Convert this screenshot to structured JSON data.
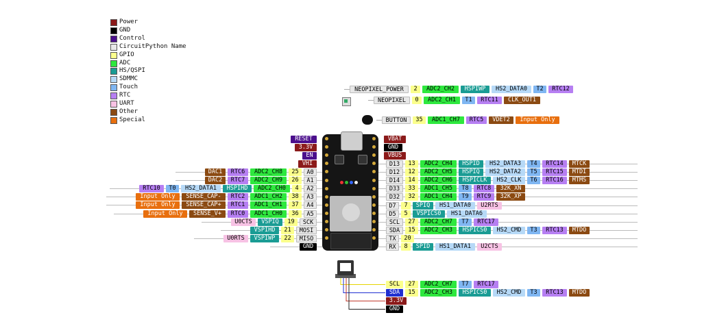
{
  "legend": [
    {
      "label": "Power",
      "color": "#8b1a1a"
    },
    {
      "label": "GND",
      "color": "#000000"
    },
    {
      "label": "Control",
      "color": "#4b0f8c"
    },
    {
      "label": "CircuitPython Name",
      "color": "#e8e8e8"
    },
    {
      "label": "GPIO",
      "color": "#fbff8c"
    },
    {
      "label": "ADC",
      "color": "#2ee83e"
    },
    {
      "label": "HS/QSPI",
      "color": "#1a9c94"
    },
    {
      "label": "SDMMC",
      "color": "#b6d9f7"
    },
    {
      "label": "Touch",
      "color": "#7fb6f2"
    },
    {
      "label": "RTC",
      "color": "#b67ff2"
    },
    {
      "label": "UART",
      "color": "#f7c2e4"
    },
    {
      "label": "Other",
      "color": "#8b4a12"
    },
    {
      "label": "Special",
      "color": "#e86f0e"
    }
  ],
  "colors": {
    "name": "#e8e8e8",
    "gpio": "#fbff8c",
    "adc": "#2ee83e",
    "hs": "#1a9c94",
    "sdmmc": "#b6d9f7",
    "touch": "#7fb6f2",
    "rtc": "#b67ff2",
    "uart": "#f7c2e4",
    "other": "#8b4a12",
    "special": "#e86f0e",
    "power": "#8b1a1a",
    "gnd": "#000000",
    "control": "#4b0f8c",
    "blue": "#1f2fd1"
  },
  "top_rows": [
    {
      "cells": [
        [
          "NEOPIXEL_POWER",
          "name"
        ],
        [
          "2",
          "gpio"
        ],
        [
          "ADC2_CH2",
          "adc"
        ],
        [
          "HSPIWP",
          "hs"
        ],
        [
          "HS2_DATA0",
          "sdmmc"
        ],
        [
          "T2",
          "touch"
        ],
        [
          "RTC12",
          "rtc"
        ]
      ]
    },
    {
      "cells": [
        [
          "NEOPIXEL",
          "name"
        ],
        [
          "0",
          "gpio"
        ],
        [
          "ADC2_CH1",
          "adc"
        ],
        [
          "T1",
          "touch"
        ],
        [
          "RTC11",
          "rtc"
        ],
        [
          "CLK_OUT1",
          "other"
        ]
      ]
    },
    {
      "cells": [
        [
          "BUTTON",
          "name"
        ],
        [
          "35",
          "gpio"
        ],
        [
          "ADC1_CH7",
          "adc"
        ],
        [
          "RTC5",
          "rtc"
        ],
        [
          "VDET2",
          "other"
        ],
        [
          "Input Only",
          "special"
        ]
      ]
    }
  ],
  "board_left_power": [
    [
      "RESET",
      "control"
    ],
    [
      "3.3V",
      "power"
    ],
    [
      "EN",
      "control"
    ],
    [
      "VHI",
      "power"
    ]
  ],
  "board_right_power": [
    [
      "VBAT",
      "power"
    ],
    [
      "GND",
      "gnd"
    ],
    [
      "VBUS",
      "power"
    ]
  ],
  "left_rows": [
    {
      "cells": [
        [
          "DAC1",
          "other"
        ],
        [
          "RTC6",
          "rtc"
        ],
        [
          "ADC2_CH8",
          "adc"
        ],
        [
          "25",
          "gpio"
        ],
        [
          "A0",
          "name"
        ]
      ]
    },
    {
      "cells": [
        [
          "DAC2",
          "other"
        ],
        [
          "RTC7",
          "rtc"
        ],
        [
          "ADC2_CH9",
          "adc"
        ],
        [
          "26",
          "gpio"
        ],
        [
          "A1",
          "name"
        ]
      ]
    },
    {
      "cells": [
        [
          "RTC10",
          "rtc"
        ],
        [
          "T0",
          "touch"
        ],
        [
          "HS2_DATA1",
          "sdmmc"
        ],
        [
          "HSPIHD",
          "hs"
        ],
        [
          "ADC2_CH0",
          "adc"
        ],
        [
          "4",
          "gpio"
        ],
        [
          "A2",
          "name"
        ]
      ]
    },
    {
      "cells": [
        [
          "Input Only",
          "special"
        ],
        [
          "SENSE_CAP-",
          "other"
        ],
        [
          "RTC2",
          "rtc"
        ],
        [
          "ADC1_CH2",
          "adc"
        ],
        [
          "38",
          "gpio"
        ],
        [
          "A3",
          "name"
        ]
      ]
    },
    {
      "cells": [
        [
          "Input Only",
          "special"
        ],
        [
          "SENSE_CAP+",
          "other"
        ],
        [
          "RTC1",
          "rtc"
        ],
        [
          "ADC1_CH1",
          "adc"
        ],
        [
          "37",
          "gpio"
        ],
        [
          "A4",
          "name"
        ]
      ]
    },
    {
      "cells": [
        [
          "Input Only",
          "special"
        ],
        [
          "SENSE_V+",
          "other"
        ],
        [
          "RTC0",
          "rtc"
        ],
        [
          "ADC1_CH0",
          "adc"
        ],
        [
          "36",
          "gpio"
        ],
        [
          "A5",
          "name"
        ]
      ]
    },
    {
      "cells": [
        [
          "U0CTS",
          "uart"
        ],
        [
          "VSPIQ",
          "hs"
        ],
        [
          "19",
          "gpio"
        ],
        [
          "SCK",
          "name"
        ]
      ]
    },
    {
      "cells": [
        [
          "VSPIHD",
          "hs"
        ],
        [
          "21",
          "gpio"
        ],
        [
          "MOSI",
          "name"
        ]
      ]
    },
    {
      "cells": [
        [
          "U0RTS",
          "uart"
        ],
        [
          "VSPIWP",
          "hs"
        ],
        [
          "22",
          "gpio"
        ],
        [
          "MISO",
          "name"
        ]
      ]
    },
    {
      "cells": [
        [
          "GND",
          "gnd"
        ]
      ]
    }
  ],
  "right_rows": [
    {
      "cells": [
        [
          "D13",
          "name"
        ],
        [
          "13",
          "gpio"
        ],
        [
          "ADC2_CH4",
          "adc"
        ],
        [
          "HSPID",
          "hs"
        ],
        [
          "HS2_DATA3",
          "sdmmc"
        ],
        [
          "T4",
          "touch"
        ],
        [
          "RTC14",
          "rtc"
        ],
        [
          "MTCK",
          "other"
        ]
      ]
    },
    {
      "cells": [
        [
          "D12",
          "name"
        ],
        [
          "12",
          "gpio"
        ],
        [
          "ADC2_CH5",
          "adc"
        ],
        [
          "HSPIQ",
          "hs"
        ],
        [
          "HS2_DATA2",
          "sdmmc"
        ],
        [
          "T5",
          "touch"
        ],
        [
          "RTC15",
          "rtc"
        ],
        [
          "MTDI",
          "other"
        ]
      ]
    },
    {
      "cells": [
        [
          "D14",
          "name"
        ],
        [
          "14",
          "gpio"
        ],
        [
          "ADC2_CH6",
          "adc"
        ],
        [
          "HSPICLK",
          "hs"
        ],
        [
          "HS2_CLK",
          "sdmmc"
        ],
        [
          "T6",
          "touch"
        ],
        [
          "RTC16",
          "rtc"
        ],
        [
          "MTMS",
          "other"
        ]
      ]
    },
    {
      "cells": [
        [
          "D33",
          "name"
        ],
        [
          "33",
          "gpio"
        ],
        [
          "ADC1_CH5",
          "adc"
        ],
        [
          "T8",
          "touch"
        ],
        [
          "RTC8",
          "rtc"
        ],
        [
          "32K_XN",
          "other"
        ]
      ]
    },
    {
      "cells": [
        [
          "D32",
          "name"
        ],
        [
          "32",
          "gpio"
        ],
        [
          "ADC1_CH4",
          "adc"
        ],
        [
          "T9",
          "touch"
        ],
        [
          "RTC9",
          "rtc"
        ],
        [
          "32K_XP",
          "other"
        ]
      ]
    },
    {
      "cells": [
        [
          "D7",
          "name"
        ],
        [
          "7",
          "gpio"
        ],
        [
          "SPIQ",
          "hs"
        ],
        [
          "HS1_DATA0",
          "sdmmc"
        ],
        [
          "U2RTS",
          "uart"
        ]
      ]
    },
    {
      "cells": [
        [
          "D5",
          "name"
        ],
        [
          "5",
          "gpio"
        ],
        [
          "VSPICS0",
          "hs"
        ],
        [
          "HS1_DATA6",
          "sdmmc"
        ]
      ]
    },
    {
      "cells": [
        [
          "SCL",
          "name"
        ],
        [
          "27",
          "gpio"
        ],
        [
          "ADC2_CH7",
          "adc"
        ],
        [
          "T7",
          "touch"
        ],
        [
          "RTC17",
          "rtc"
        ]
      ]
    },
    {
      "cells": [
        [
          "SDA",
          "name"
        ],
        [
          "15",
          "gpio"
        ],
        [
          "ADC2_CH3",
          "adc"
        ],
        [
          "HSPICS0",
          "hs"
        ],
        [
          "HS2_CMD",
          "sdmmc"
        ],
        [
          "T3",
          "touch"
        ],
        [
          "RTC13",
          "rtc"
        ],
        [
          "MTDO",
          "other"
        ]
      ]
    },
    {
      "cells": [
        [
          "TX",
          "name"
        ],
        [
          "20",
          "gpio"
        ]
      ]
    },
    {
      "cells": [
        [
          "RX",
          "name"
        ],
        [
          "8",
          "gpio"
        ],
        [
          "SPID",
          "hs"
        ],
        [
          "HS1_DATA1",
          "sdmmc"
        ],
        [
          "U2CTS",
          "uart"
        ]
      ]
    }
  ],
  "stemma_rows": [
    {
      "cells": [
        [
          "SCL",
          "gpio"
        ],
        [
          "27",
          "gpio"
        ],
        [
          "ADC2_CH7",
          "adc"
        ],
        [
          "T7",
          "touch"
        ],
        [
          "RTC17",
          "rtc"
        ]
      ]
    },
    {
      "cells": [
        [
          "SDA",
          "blue"
        ],
        [
          "15",
          "gpio"
        ],
        [
          "ADC2_CH3",
          "adc"
        ],
        [
          "HSPICS0",
          "hs"
        ],
        [
          "HS2_CMD",
          "sdmmc"
        ],
        [
          "T3",
          "touch"
        ],
        [
          "RTC13",
          "rtc"
        ],
        [
          "MTDO",
          "other"
        ]
      ]
    },
    {
      "cells": [
        [
          "3.3V",
          "power"
        ]
      ]
    },
    {
      "cells": [
        [
          "GND",
          "gnd"
        ]
      ]
    }
  ]
}
